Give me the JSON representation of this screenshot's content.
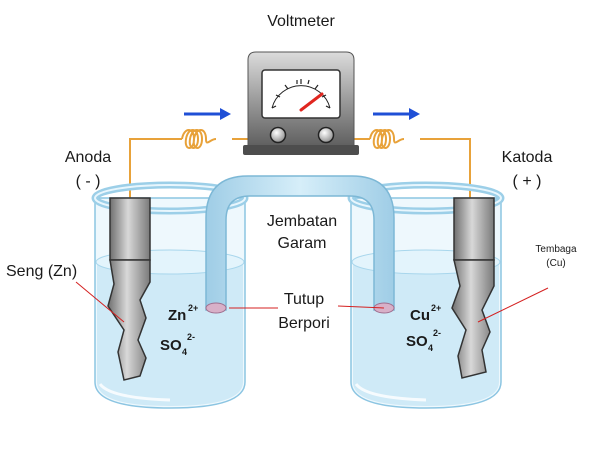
{
  "title": "Voltmeter",
  "labels": {
    "anode": "Anoda",
    "anode_sign": "( - )",
    "cathode": "Katoda",
    "cathode_sign": "( + )",
    "salt_bridge_line1": "Jembatan",
    "salt_bridge_line2": "Garam",
    "porous_cap_line1": "Tutup",
    "porous_cap_line2": "Berpori",
    "zinc": "Seng (Zn)",
    "copper_line1": "Tembaga",
    "copper_line2": "(Cu)"
  },
  "left_ions": {
    "cation": "Zn",
    "cation_charge": "2+",
    "anion": "SO",
    "anion_sub": "4",
    "anion_charge": "2-"
  },
  "right_ions": {
    "cation": "Cu",
    "cation_charge": "2+",
    "anion": "SO",
    "anion_sub": "4",
    "anion_charge": "2-"
  },
  "colors": {
    "wire": "#e8a23a",
    "arrow": "#1f4fd6",
    "solution": "#cfeaf7",
    "label_line": "#d42020",
    "needle": "#e0261f"
  }
}
